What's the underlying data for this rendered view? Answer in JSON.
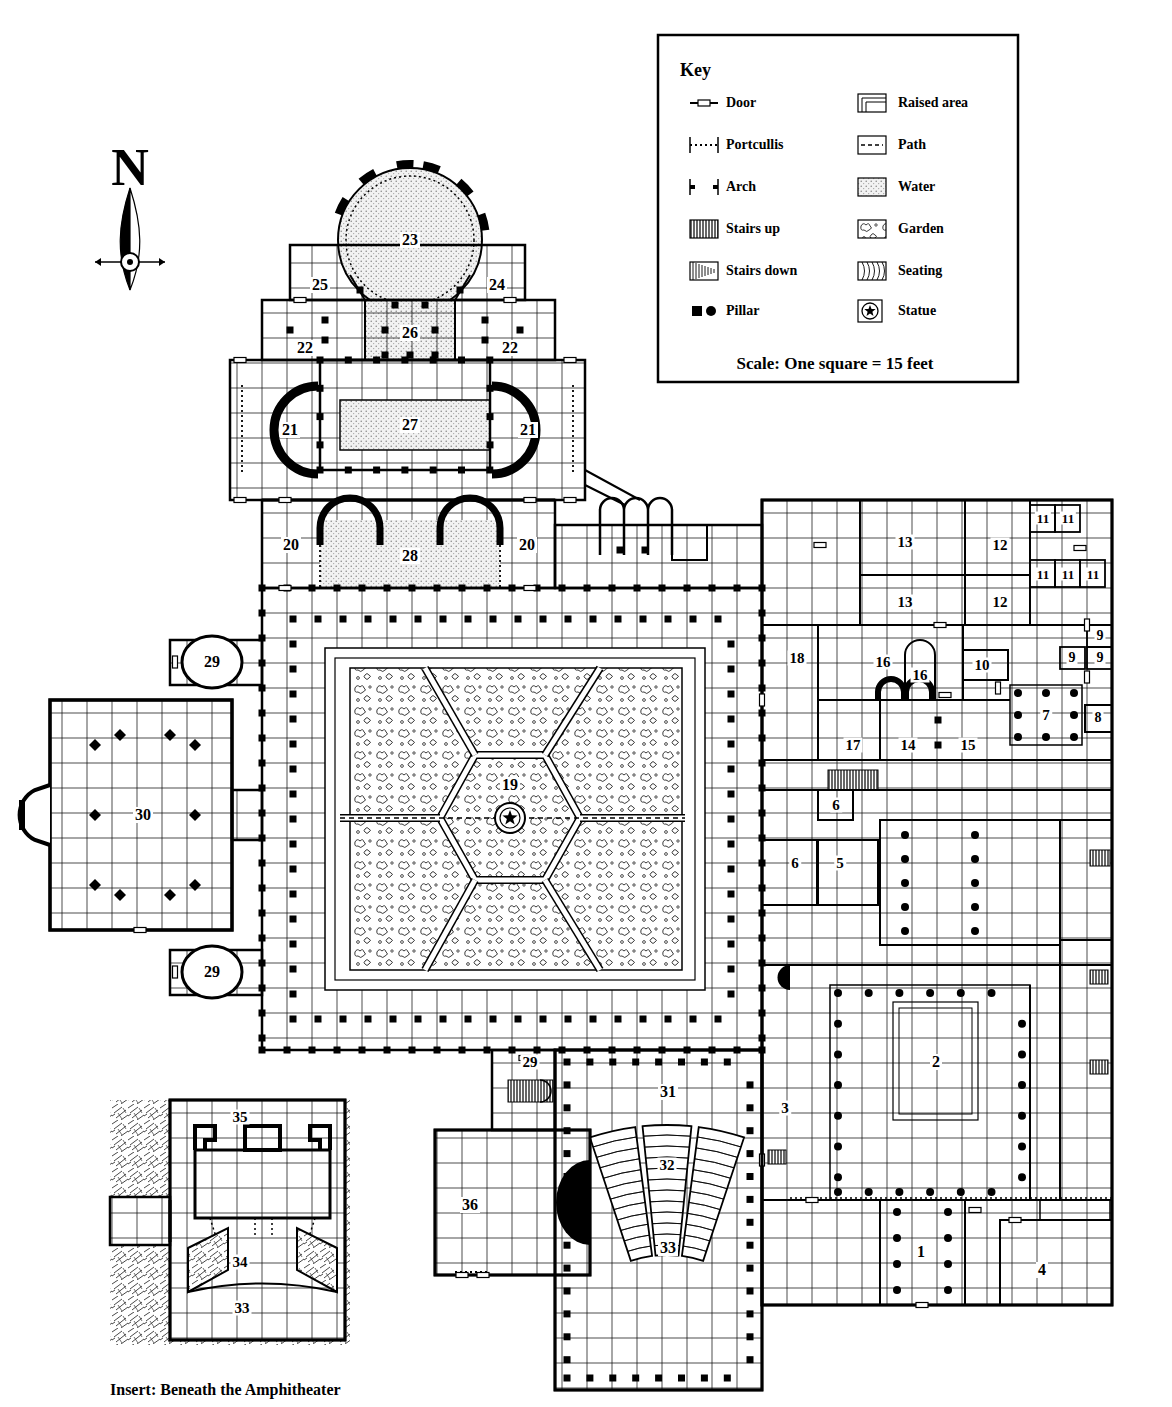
{
  "diagram": {
    "labels": [
      "N",
      "Key",
      "Scale: One square = 15 feet",
      "Insert: Beneath the Amphitheater",
      "23",
      "25",
      "24",
      "26",
      "22",
      "22",
      "21",
      "27",
      "21",
      "20",
      "28",
      "20",
      "29",
      "19",
      "30",
      "29",
      "13",
      "12",
      "11",
      "11",
      "11",
      "11",
      "11",
      "13",
      "12",
      "9",
      "9",
      "9",
      "18",
      "16",
      "16",
      "10",
      "7",
      "8",
      "17",
      "14",
      "15",
      "6",
      "6",
      "5",
      "2",
      "29",
      "31",
      "32",
      "3",
      "36",
      "33",
      "1",
      "4",
      "35",
      "34",
      "33"
    ],
    "legend": [
      {
        "text": "Door"
      },
      {
        "text": "Portcullis"
      },
      {
        "text": "Arch"
      },
      {
        "text": "Stairs up"
      },
      {
        "text": "Stairs down"
      },
      {
        "text": "Pillar"
      },
      {
        "text": "Raised area"
      },
      {
        "text": "Path"
      },
      {
        "text": "Water"
      },
      {
        "text": "Garden"
      },
      {
        "text": "Seating"
      },
      {
        "text": "Statue"
      }
    ]
  }
}
